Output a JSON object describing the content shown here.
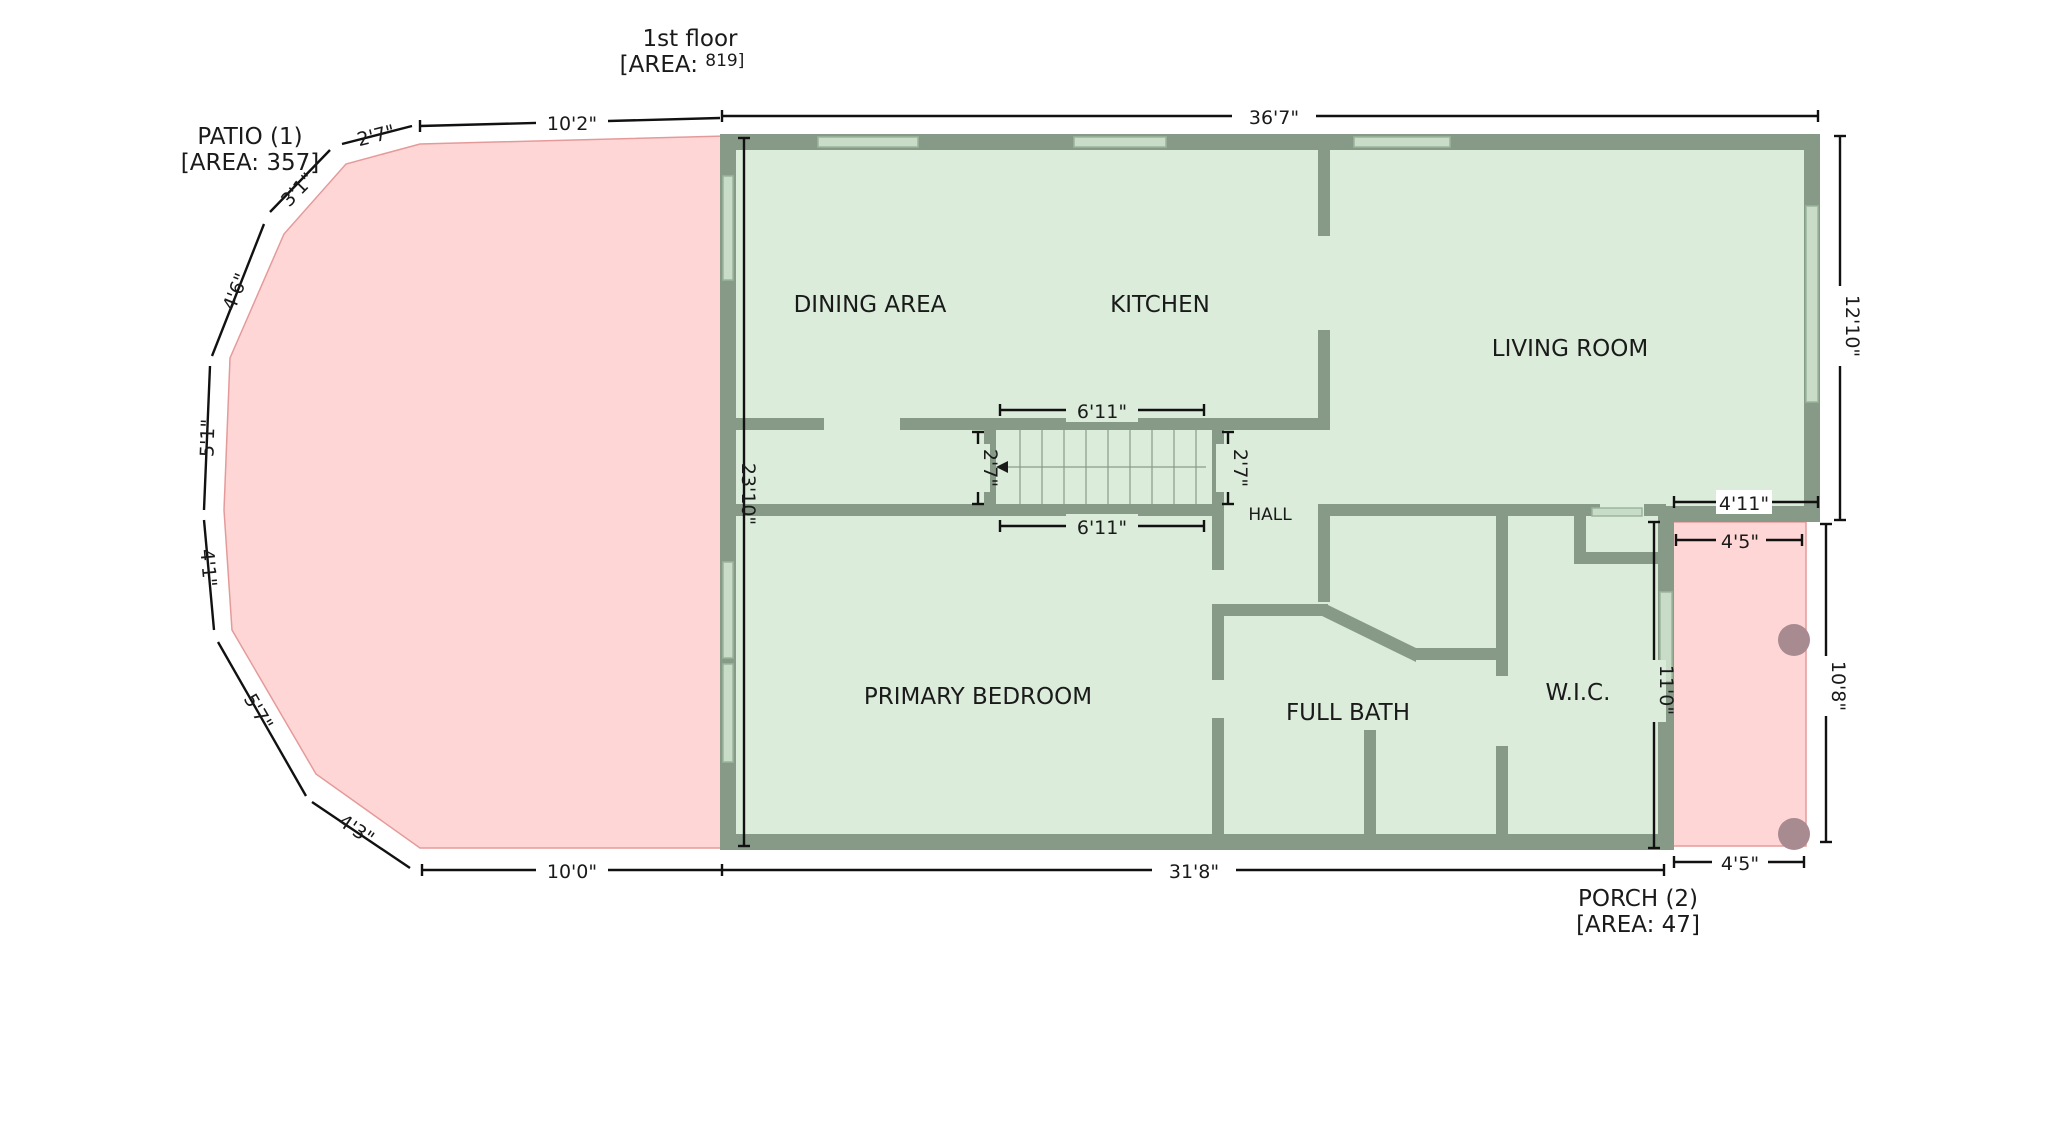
{
  "floor": {
    "title": "1st floor",
    "area_label": "[AREA:",
    "area_value": "819]"
  },
  "patio": {
    "name": "PATIO (1)",
    "area": "[AREA: 357]"
  },
  "porch": {
    "name": "PORCH (2)",
    "area": "[AREA: 47]"
  },
  "rooms": {
    "dining": "DINING AREA",
    "kitchen": "KITCHEN",
    "living": "LIVING ROOM",
    "hall": "HALL",
    "primary_bedroom": "PRIMARY BEDROOM",
    "full_bath": "FULL BATH",
    "wic": "W.I.C."
  },
  "dimensions": {
    "top_overall": "36'7\"",
    "patio_top": "10'2\"",
    "patio_seg_1": "2'7\"",
    "patio_seg_2": "3'1\"",
    "patio_seg_3": "4'6\"",
    "patio_seg_4": "5'1\"",
    "patio_seg_5": "4'1\"",
    "patio_seg_6": "5'7\"",
    "patio_seg_7": "4'3\"",
    "patio_bottom": "10'0\"",
    "bottom_overall": "31'8\"",
    "house_depth": "23'10\"",
    "right_upper": "12'10\"",
    "stair_top": "6'11\"",
    "stair_bottom": "6'11\"",
    "stair_left": "2'7\"",
    "stair_right": "2'7\"",
    "porch_top_outer": "4'11\"",
    "porch_top_inner": "4'5\"",
    "porch_bottom": "4'5\"",
    "porch_right": "10'8\"",
    "wic_depth": "11'0\""
  },
  "colors": {
    "wall": "#879a87",
    "room_fill": "#dbecdb",
    "outdoor_fill": "#ffd6d6",
    "outdoor_stroke": "#e59a9a",
    "window": "#c8dcc8",
    "column": "#a78b91"
  }
}
